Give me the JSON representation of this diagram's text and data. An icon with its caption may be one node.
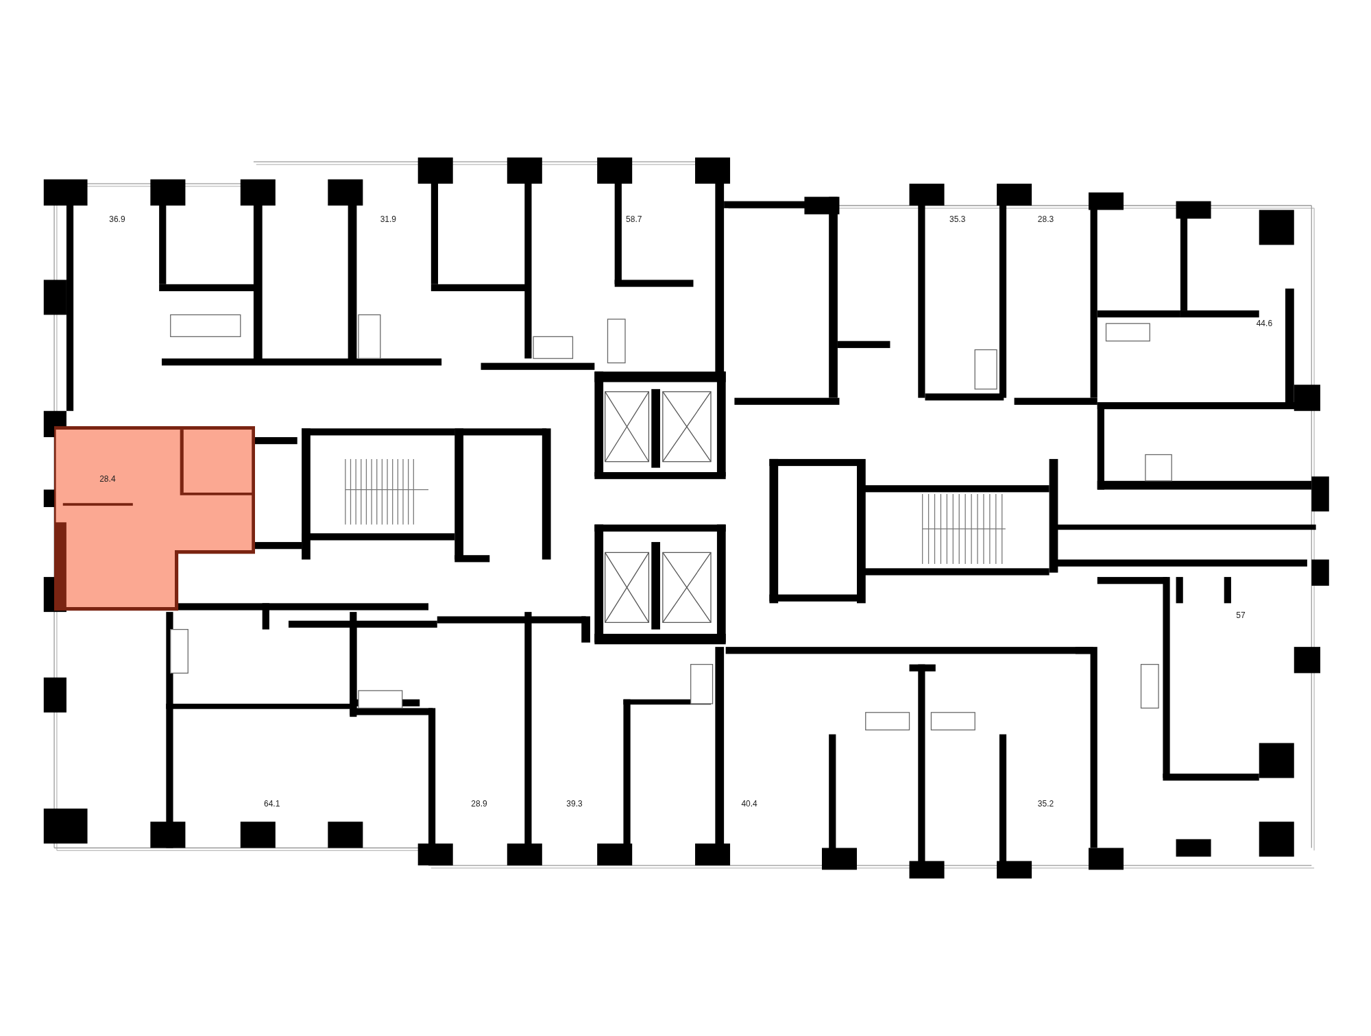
{
  "diagram": {
    "nodes": [
      {
        "text": [
          "28.4"
        ]
      }
    ],
    "edges": [],
    "labels": [
      "36.9",
      "31.9",
      "58.7",
      "35.3",
      "28.3",
      "44.6",
      "57",
      "64.1",
      "28.9",
      "39.3",
      "40.4",
      "35.2"
    ]
  }
}
